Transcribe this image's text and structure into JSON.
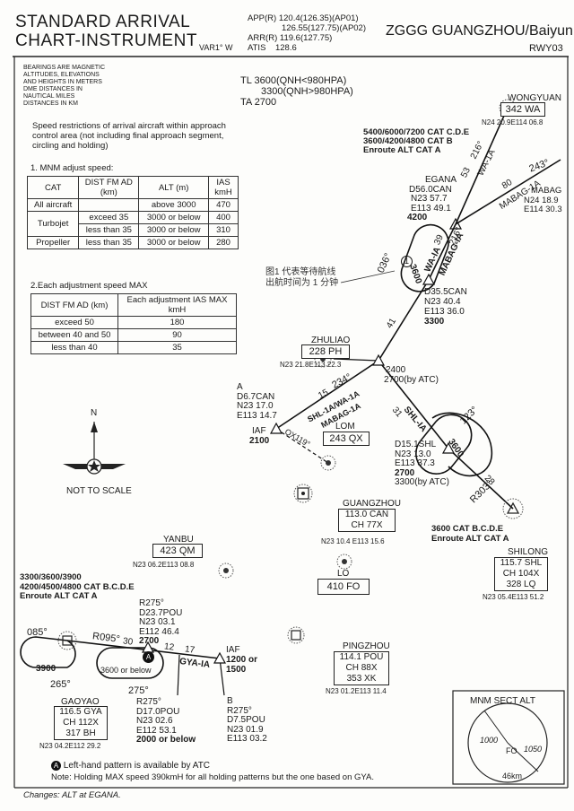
{
  "header": {
    "title_line1": "STANDARD ARRIVAL",
    "title_line2": "CHART-INSTRUMENT",
    "var": "VAR1° W",
    "freqs": {
      "app_label": "APP(R)",
      "app_line1": "120.4(126.35)(AP01)",
      "app_line2": "126.55(127.75)(AP02)",
      "arr_label": "ARR(R)",
      "arr_value": "119.6(127.75)",
      "atis_label": "ATIS",
      "atis_value": "128.6"
    },
    "airport": "ZGGG GUANGZHOU/Baiyun",
    "runway": "RWY03"
  },
  "notes": {
    "bearings": [
      "BEARINGS ARE MAGNETIC",
      "ALTITUDES, ELEVATIONS",
      "AND HEIGHTS IN METERS",
      "DME     DISTANCES     IN",
      "NAUTICAL          MILES",
      "DISTANCES IN KM"
    ],
    "tl1": "TL 3600(QNH<980HPA)",
    "tl2": "3300(QNH>980HPA)",
    "ta": "TA 2700",
    "speed_restr": [
      "Speed restrictions of arrival aircraft within approach",
      "control area (not including final approach segment,",
      "circling and holding)"
    ],
    "mnm_title": "1. MNM adjust speed:",
    "adj_title": "2.Each adjustment speed MAX",
    "not_to_scale": "NOT TO SCALE",
    "north": "N",
    "chinese_note1": "图1 代表等待航线",
    "chinese_note2": "出航时间为 1 分钟",
    "left_hand": "Left-hand pattern is available by ATC",
    "left_hand_sym": "A",
    "note_holding": "Note: Holding MAX speed 390kmH for all holding patterns but the one based on GYA.",
    "changes": "Changes: ALT at EGANA."
  },
  "table1": {
    "headers": [
      "CAT",
      "DIST FM AD (km)",
      "ALT (m)",
      "IAS kmH"
    ],
    "rows": [
      [
        "All aircraft",
        "",
        "above 3000",
        "470"
      ],
      [
        "Turbojet",
        "exceed 35",
        "3000 or below",
        "400"
      ],
      [
        "",
        "less than 35",
        "3000 or below",
        "310"
      ],
      [
        "Propeller",
        "less than 35",
        "3000 or below",
        "280"
      ]
    ]
  },
  "table2": {
    "headers": [
      "DIST FM AD (km)",
      "Each adjustment IAS MAX kmH"
    ],
    "rows": [
      [
        "exceed 50",
        "180"
      ],
      [
        "between 40 and 50",
        "90"
      ],
      [
        "less than 40",
        "35"
      ]
    ]
  },
  "navaids": {
    "wongyuan": {
      "name": "WONGYUAN",
      "freq": "342 WA",
      "coord": "N24 20.9E114 06.8"
    },
    "zhuliao": {
      "name": "ZHULIAO",
      "freq": "228 PH",
      "coord": "N23 21.8E113 22.3"
    },
    "lom": {
      "name": "LOM",
      "freq": "243 QX"
    },
    "guangzhou": {
      "name": "GUANGZHOU",
      "freq": "113.0 CAN",
      "ch": "CH 77X",
      "coord": "N23 10.4 E113 15.6"
    },
    "yanbu": {
      "name": "YANBU",
      "freq": "423 QM",
      "coord": "N23 06.2E113 08.8"
    },
    "lo": {
      "name": "LO",
      "freq": "410 FO"
    },
    "shilong": {
      "name": "SHILONG",
      "freq": "115.7 SHL",
      "ch": "CH 104X",
      "ndb": "328 LQ",
      "coord": "N23 05.4E113 51.2"
    },
    "pingzhou": {
      "name": "PINGZHOU",
      "freq": "114.1 POU",
      "ch": "CH 88X",
      "ndb": "353 XK",
      "coord": "N23 01.2E113 11.4"
    },
    "gaoyao": {
      "name": "GAOYAO",
      "freq": "116.5 GYA",
      "ch": "CH 112X",
      "ndb": "317 BH",
      "coord": "N23 04.2E112 29.2"
    }
  },
  "fixes": {
    "wongyuan_alt": [
      "5400/6000/7200 CAT C.D.E",
      "3600/4200/4800 CAT B",
      "Enroute ALT CAT A"
    ],
    "egana": [
      "EGANA",
      "D56.0CAN",
      "N23 57.7",
      "E113 49.1",
      "4200"
    ],
    "mabag": [
      "MABAG",
      "N24 18.9",
      "E114 30.3"
    ],
    "d35": [
      "D35.5CAN",
      "N23 40.4",
      "E113 36.0",
      "3300"
    ],
    "ip2400": [
      "2400",
      "2700(by ATC)"
    ],
    "d6": [
      "A",
      "D6.7CAN",
      "N23 17.0",
      "E113 14.7"
    ],
    "iaf2100": [
      "IAF",
      "2100"
    ],
    "d15": [
      "D15.1SHL",
      "N23 13.0",
      "E113 37.3",
      "2700",
      "3300(by ATC)"
    ],
    "shilong_alt": [
      "3600 CAT B.C.D.E",
      "Enroute ALT CAT A"
    ],
    "gaoyao_alt": [
      "3300/3600/3900",
      "4200/4500/4800",
      "CAT B.C.D.E",
      "Enroute ALT CAT A"
    ],
    "d23": [
      "R275°",
      "D23.7POU",
      "N23 03.1",
      "E112 46.4",
      "2700"
    ],
    "iaf_w": [
      "IAF",
      "1200 or",
      "1500"
    ],
    "d17": [
      "R275°",
      "D17.0POU",
      "N23 02.6",
      "E112 53.1",
      "2000 or below"
    ],
    "d7": [
      "B",
      "R275°",
      "D7.5POU",
      "N23 01.9",
      "E113 03.2"
    ]
  },
  "routes": {
    "wa_1a": "WA-1A",
    "mabag_1a": "MABAG-1A",
    "r53": "53",
    "r216": "216°",
    "r243": "243°",
    "r80": "80",
    "r39": "39",
    "wa_ia": "WA-IA",
    "mabag_ia": "MABAG-IA",
    "r216b": "216°",
    "r41": "41",
    "r36": "036°",
    "h3600": "3600",
    "circ1": "1",
    "r234": "234°",
    "r15": "15",
    "shl_route": "SHL-1A/WA-1A",
    "mabag_1a2": "MABAG-1A",
    "r31": "31",
    "shl_ia": "SHL-IA",
    "r123": "123°",
    "h3600b": "3600",
    "r28": "28",
    "r303": "R303°",
    "qx119": "QX119°",
    "r085": "085°",
    "h3900": "3900",
    "r265": "265°",
    "r095": "R095°",
    "r30": "30",
    "r12": "12",
    "r17": "17",
    "gya_ia": "GYA-IA",
    "h3600c": "3600 or below",
    "r275": "275°",
    "circ_a": "A"
  },
  "mnm_sect": {
    "title": "MNM SECT ALT",
    "v1": "1000",
    "v2": "1050",
    "center": "FO",
    "radius": "46km"
  }
}
